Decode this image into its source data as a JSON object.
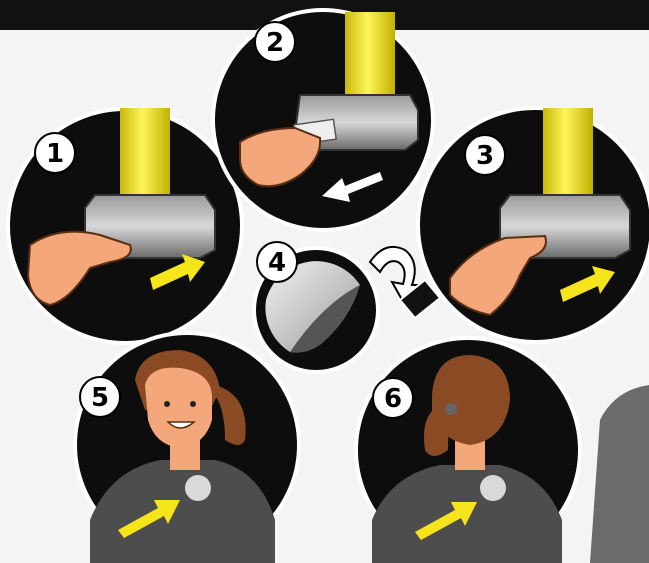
{
  "steps": [
    {
      "number": "1",
      "scene": "hand-below-dispenser",
      "arrow_color": "#f6e51a"
    },
    {
      "number": "2",
      "scene": "hand-pulling-card",
      "arrow_color": "#ffffff"
    },
    {
      "number": "3",
      "scene": "hand-pushing-dispenser",
      "arrow_color": "#f6e51a"
    },
    {
      "number": "4",
      "scene": "peel-backing",
      "arrow_color": "#ffffff"
    },
    {
      "number": "5",
      "scene": "apply-patch-front",
      "arrow_color": "#f6e51a"
    },
    {
      "number": "6",
      "scene": "apply-patch-back",
      "arrow_color": "#f6e51a"
    }
  ],
  "colors": {
    "background": "#f3f3f3",
    "circle": "#0d0d0d",
    "dispenser_yellow": "#f2e51a",
    "skin": "#f4a77a",
    "hair": "#8a4a24",
    "shirt": "#4d4d4d",
    "patch": "#d9d9d9"
  }
}
